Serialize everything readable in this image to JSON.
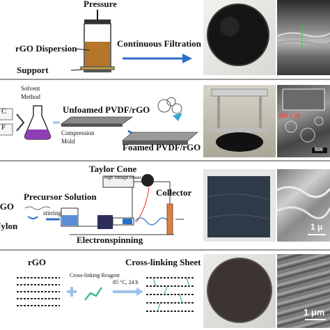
{
  "panel1": {
    "pressure": "Pressure",
    "dispersion": "rGO Dispersion",
    "support": "Support",
    "process": "Continuous Filtration"
  },
  "panel2": {
    "solvent": "Solvent",
    "method": "Method",
    "unfoamed": "Unfoamed PVDF/rGO",
    "compression": "Compression",
    "mold": "Mold",
    "foamed": "Foamed PVDF/rGO",
    "left_top": "C",
    "left_bot": "F",
    "scale_label": "292 ± 20",
    "scale_small": "500"
  },
  "panel3": {
    "taylor": "Taylor Cone",
    "hv": "High Voltage Power",
    "precursor": "Precursor Solution",
    "stirring": "stirring",
    "collector": "Collector",
    "electrospinning": "Electronspinning",
    "left_rgo": "rGO",
    "left_nylon": "Nylon",
    "scale": "1 μ"
  },
  "panel4": {
    "rgo": "rGO",
    "reagent": "Cross-linking Reagent",
    "condition": "85 °C, 24 h",
    "sheet": "Cross-linking Sheet",
    "scale": "1 μm"
  },
  "colors": {
    "dispersion": "#b5762a",
    "flask": "#8e3fb5",
    "arrow_blue": "#2b6fc9",
    "arrow_light": "#9cc2ea",
    "collector": "#d9804a",
    "reagent": "#3fbf8c",
    "separator": "#9a9a9a"
  }
}
